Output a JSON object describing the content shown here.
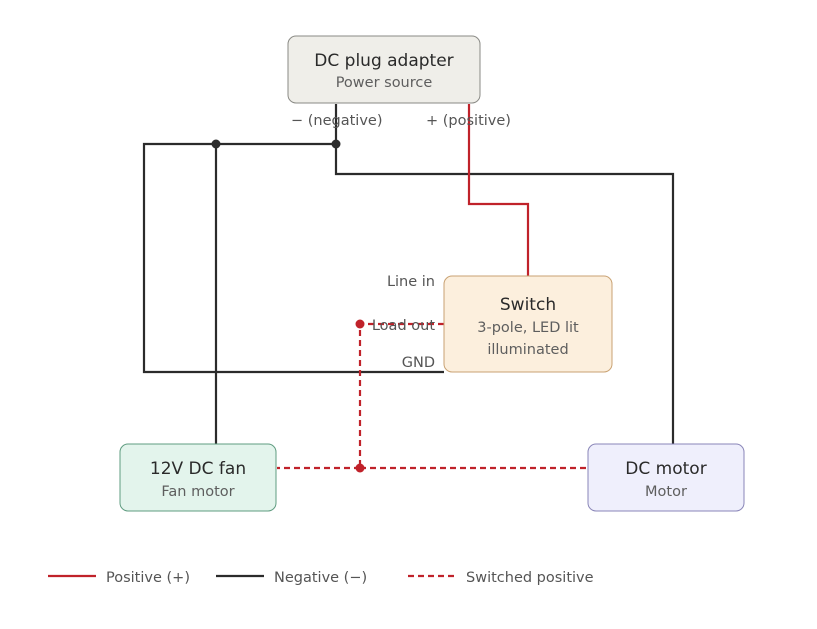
{
  "colors": {
    "positive": "#c0222a",
    "negative": "#2b2b2b",
    "switched": "#c0222a",
    "adapter_fill": "#efeee9",
    "adapter_stroke": "#8a8a85",
    "switch_fill": "#fcefdd",
    "switch_stroke": "#c9a273",
    "fan_fill": "#e3f4ec",
    "fan_stroke": "#5f9c80",
    "motor_fill": "#efeffc",
    "motor_stroke": "#8a86b8"
  },
  "nodes": {
    "adapter": {
      "title": "DC plug adapter",
      "subtitle": "Power source"
    },
    "switch": {
      "title": "Switch",
      "subtitle_line1": "3-pole, LED lit",
      "subtitle_line2": "illuminated"
    },
    "fan": {
      "title": "12V DC fan",
      "subtitle": "Fan motor"
    },
    "motor": {
      "title": "DC motor",
      "subtitle": "Motor"
    }
  },
  "wire_labels": {
    "negative": "− (negative)",
    "positive": "+ (positive)",
    "line_in": "Line in",
    "load_out": "Load out",
    "gnd": "GND"
  },
  "legend": {
    "positive": "Positive (+)",
    "negative": "Negative (−)",
    "switched": "Switched positive"
  }
}
